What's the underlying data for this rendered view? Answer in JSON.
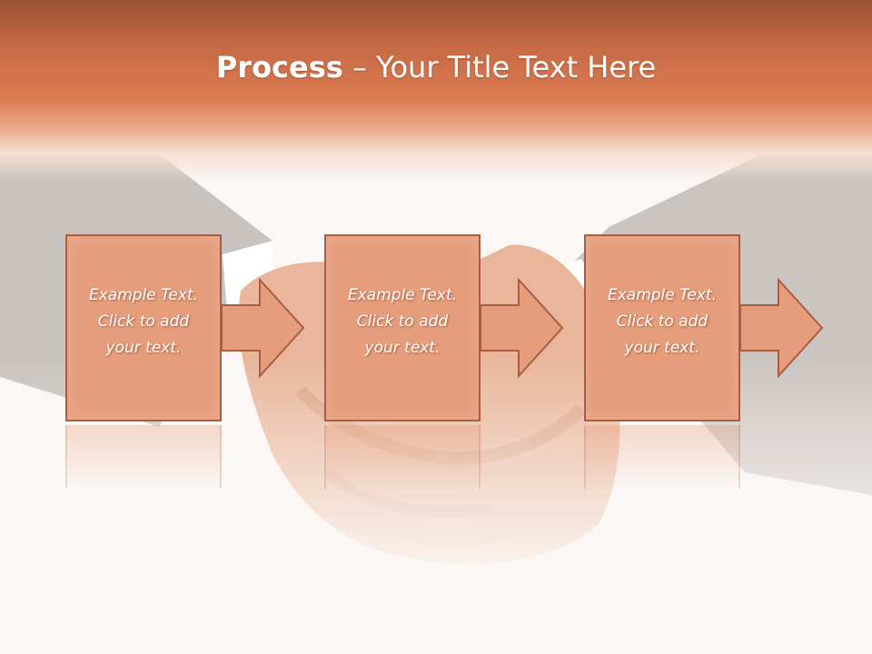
{
  "header": {
    "title_bold": "Process",
    "title_rest": " – Your Title Text Here"
  },
  "steps": [
    {
      "line1": "Example Text.",
      "line2": "Click  to add",
      "line3": "your text."
    },
    {
      "line1": "Example Text.",
      "line2": "Click  to add",
      "line3": "your text."
    },
    {
      "line1": "Example Text.",
      "line2": "Click  to add",
      "line3": "your text."
    }
  ],
  "colors": {
    "header_accent": "#dc7c52",
    "box_fill": "#e59d7b",
    "box_border": "#a85d44",
    "background": "#fbf7f4"
  },
  "icons": {
    "step_connector": "arrow-right-icon",
    "background_image": "handshake-image"
  }
}
